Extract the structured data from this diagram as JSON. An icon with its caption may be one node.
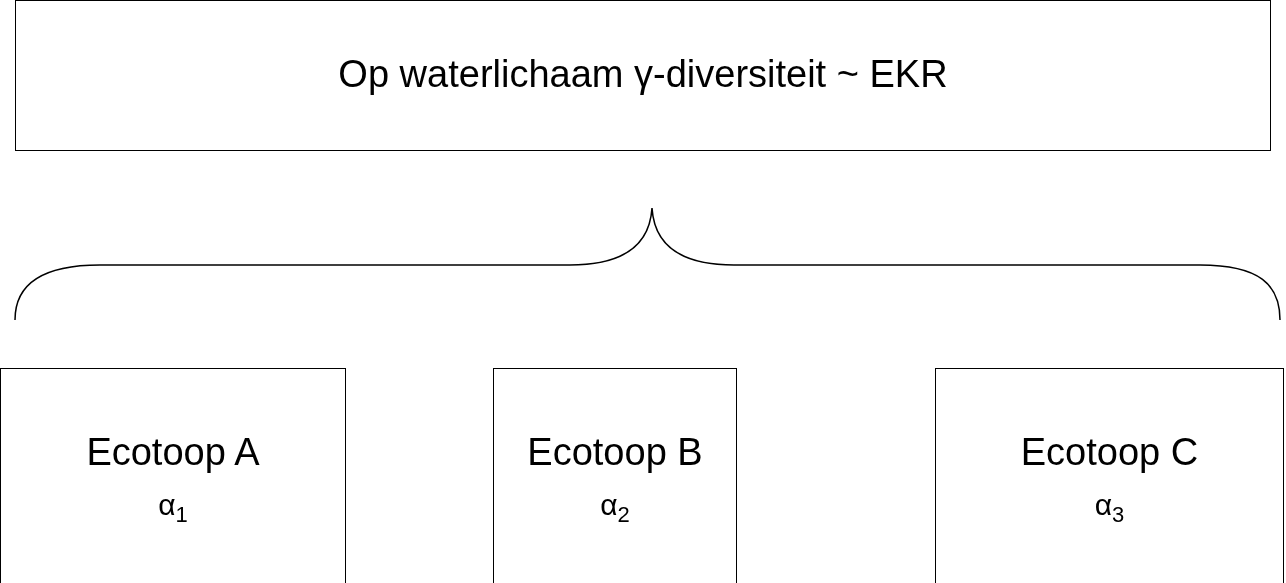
{
  "diagram": {
    "nodes": [
      {
        "text": [
          "Op waterlichaam γ-diversiteit ~ EKR"
        ]
      },
      {
        "text": [
          "Ecotoop A",
          "α$_{1}$"
        ]
      },
      {
        "text": [
          "Ecotoop B",
          "α$_{2}$"
        ]
      },
      {
        "text": [
          "Ecotoop C",
          "α$_{3}$"
        ]
      }
    ]
  }
}
